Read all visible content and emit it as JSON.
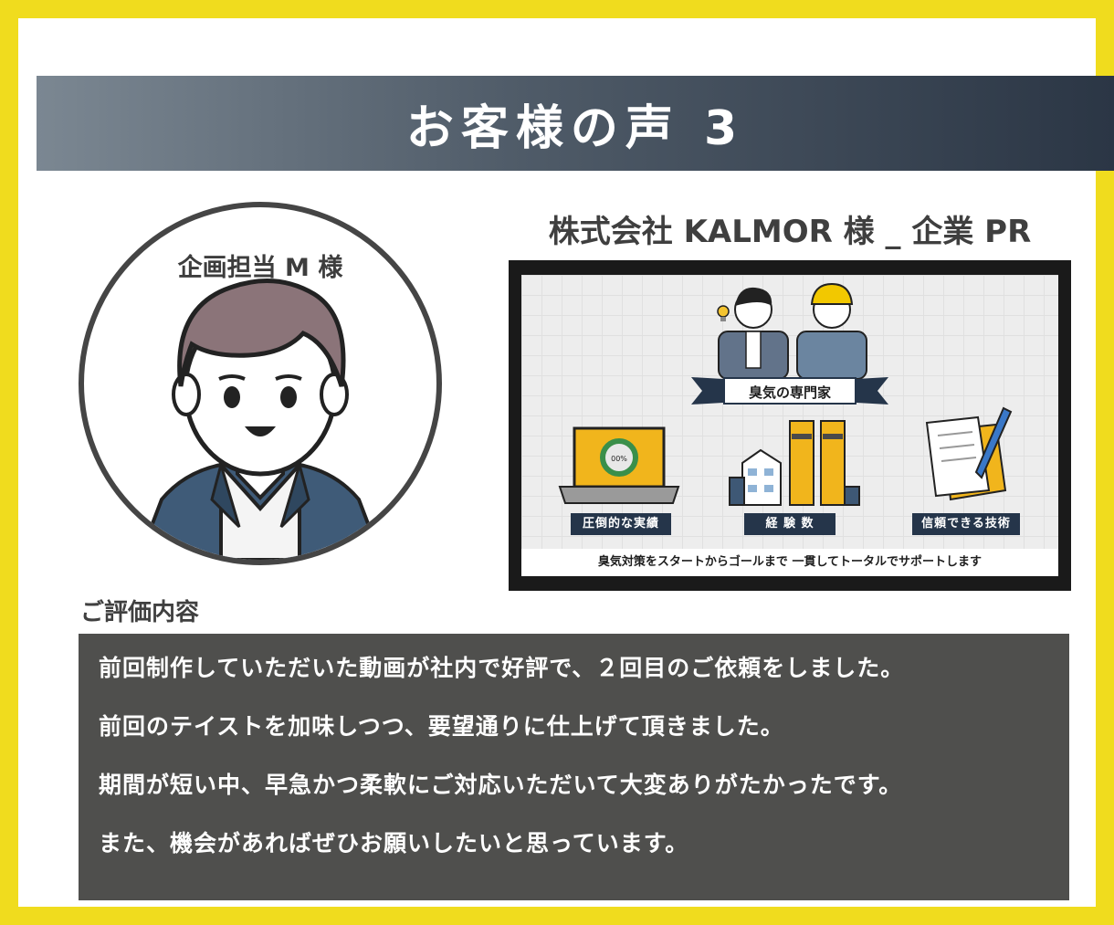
{
  "banner": {
    "title": "お客様の声 3"
  },
  "profile": {
    "name": "企画担当 M 様"
  },
  "video": {
    "title": "株式会社 KALMOR 様 _ 企業 PR",
    "ribbon_label": "臭気の専門家",
    "gauge_text": "00%",
    "tags": [
      "圧倒的な実績",
      "経 験 数",
      "信頼できる技術"
    ],
    "caption": "臭気対策をスタートからゴールまで 一貫してトータルでサポートします"
  },
  "review": {
    "heading": "ご評価内容",
    "lines": [
      "前回制作していただいた動画が社内で好評で、２回目のご依頼をしました。",
      "前回のテイストを加味しつつ、要望通りに仕上げて頂きました。",
      "期間が短い中、早急かつ柔軟にご対応いただいて大変ありがたかったです。",
      "また、機会があればぜひお願いしたいと思っています。"
    ]
  },
  "colors": {
    "frame": "#f0dc1e",
    "banner_start": "#7b8792",
    "banner_end": "#2b3645",
    "review_box": "#4f4f4d",
    "tag": "#25354a"
  },
  "icons": [
    "person-avatar-icon",
    "lightbulb-icon",
    "laptop-gauge-icon",
    "factory-icon",
    "documents-pen-icon"
  ]
}
